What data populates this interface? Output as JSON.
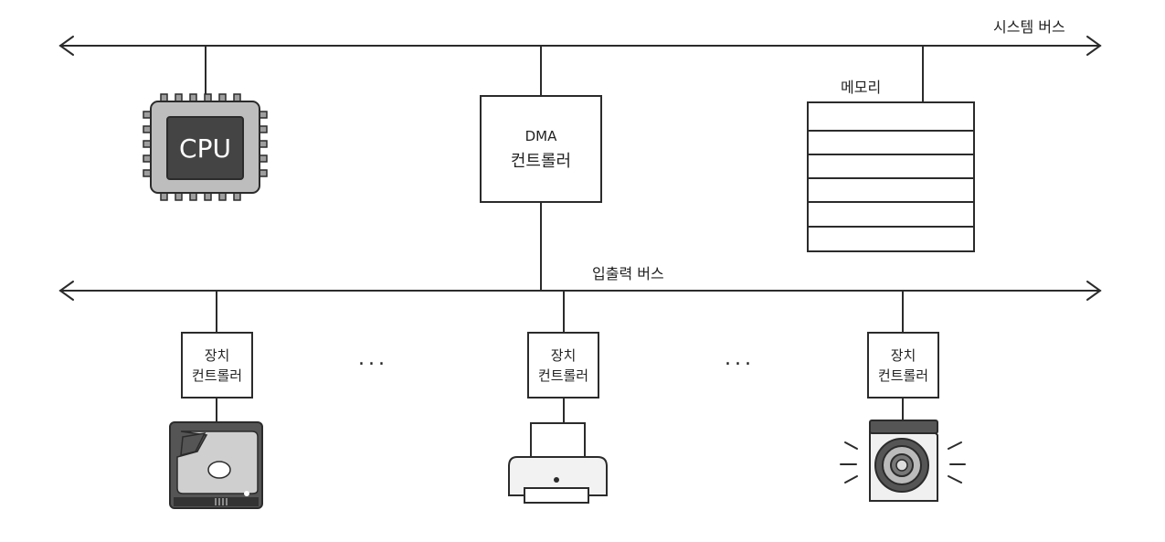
{
  "buses": {
    "system_label": "시스템 버스",
    "io_label": "입출력 버스"
  },
  "components": {
    "cpu_label": "CPU",
    "dma_line1": "DMA",
    "dma_line2": "컨트롤러",
    "memory_label": "메모리"
  },
  "devices": [
    {
      "line1": "장치",
      "line2": "컨트롤러",
      "icon": "hard-disk-icon"
    },
    {
      "line1": "장치",
      "line2": "컨트롤러",
      "icon": "printer-icon"
    },
    {
      "line1": "장치",
      "line2": "컨트롤러",
      "icon": "speaker-icon"
    }
  ],
  "ellipsis": "...",
  "colors": {
    "line": "#2b2b2b",
    "cpu_body": "#bdbdbd",
    "cpu_core": "#444444"
  }
}
